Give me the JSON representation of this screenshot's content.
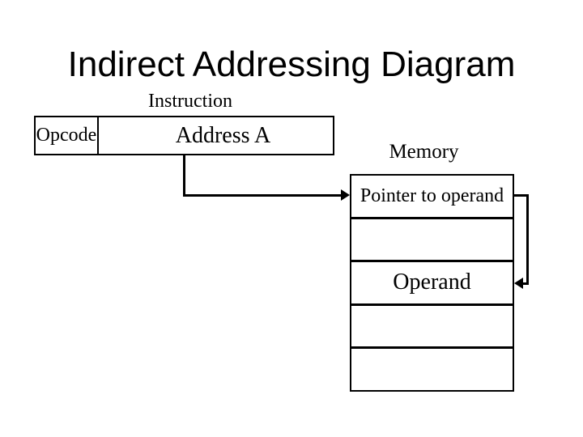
{
  "slide": {
    "title": "Indirect Addressing Diagram"
  },
  "colors": {
    "background": "#ffffff",
    "text": "#000000",
    "line": "#000000"
  },
  "instruction": {
    "caption": "Instruction",
    "opcode_label": "Opcode",
    "address_label": "Address A"
  },
  "memory": {
    "caption": "Memory",
    "rows": [
      {
        "label": "Pointer to operand"
      },
      {
        "label": ""
      },
      {
        "label": "Operand"
      },
      {
        "label": ""
      },
      {
        "label": ""
      }
    ]
  }
}
